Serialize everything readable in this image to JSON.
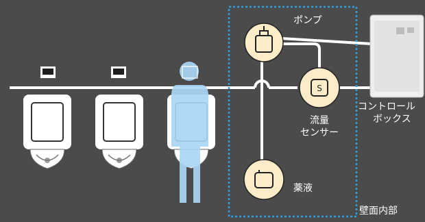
{
  "labels": {
    "pump": "ポンプ",
    "control_box_line1": "コントロール",
    "control_box_line2": "ボックス",
    "flow_sensor_line1": "流量",
    "flow_sensor_line2": "センサー",
    "flow_sensor_symbol": "S",
    "chemical": "薬液",
    "wall_interior": "壁面内部"
  },
  "colors": {
    "background": "#4b4b4b",
    "pipe": "#ffffff",
    "dotted_border": "#2e9fe0",
    "node_fill": "#fdecc8",
    "node_stroke": "#222222",
    "person": "#a9d6f5",
    "urinal": "#ffffff",
    "label_text": "#ffffff"
  }
}
